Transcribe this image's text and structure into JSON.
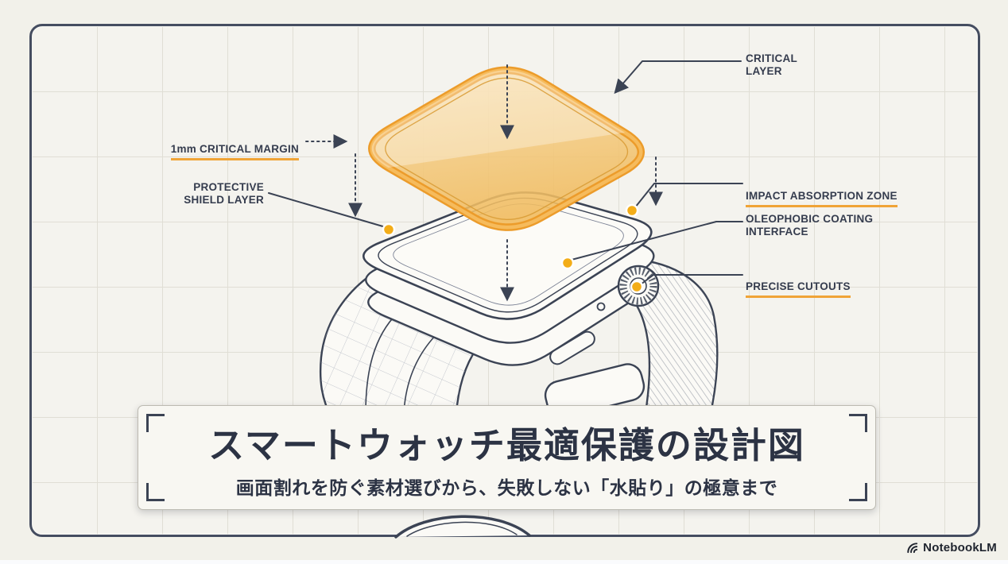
{
  "theme": {
    "bg": "#f2f1ea",
    "bg-inner": "#f4f3ee",
    "paper": "#fbfaf6",
    "frame": "#454d60",
    "grid": "#e0ded5",
    "navy": "#3b4354",
    "label": "#353c4e",
    "orange": "#f0a437",
    "rim": "#ec9c2b",
    "rim-light": "#f6bb5c",
    "glass-top": "#f8dca6",
    "glass-bottom": "#f0ba5c",
    "dot": "#f3ad18",
    "title-text": "#2c3344",
    "box-bg": "#f8f7f2",
    "box-border": "#bcbab1",
    "footer-text": "#20252f"
  },
  "callouts": {
    "critical_layer": "CRITICAL\nLAYER",
    "critical_margin": "1mm CRITICAL MARGIN",
    "protective_shield": "PROTECTIVE\nSHIELD LAYER",
    "impact_zone": "IMPACT ABSORPTION ZONE",
    "oleophobic": "OLEOPHOBIC COATING\nINTERFACE",
    "precise_cutouts": "PRECISE CUTOUTS"
  },
  "title_card": {
    "title": "スマートウォッチ最適保護の設計図",
    "subtitle": "画面割れを防ぐ素材選びから、失敗しない「水貼り」の極意まで"
  },
  "footer": {
    "brand": "NotebookLM"
  }
}
